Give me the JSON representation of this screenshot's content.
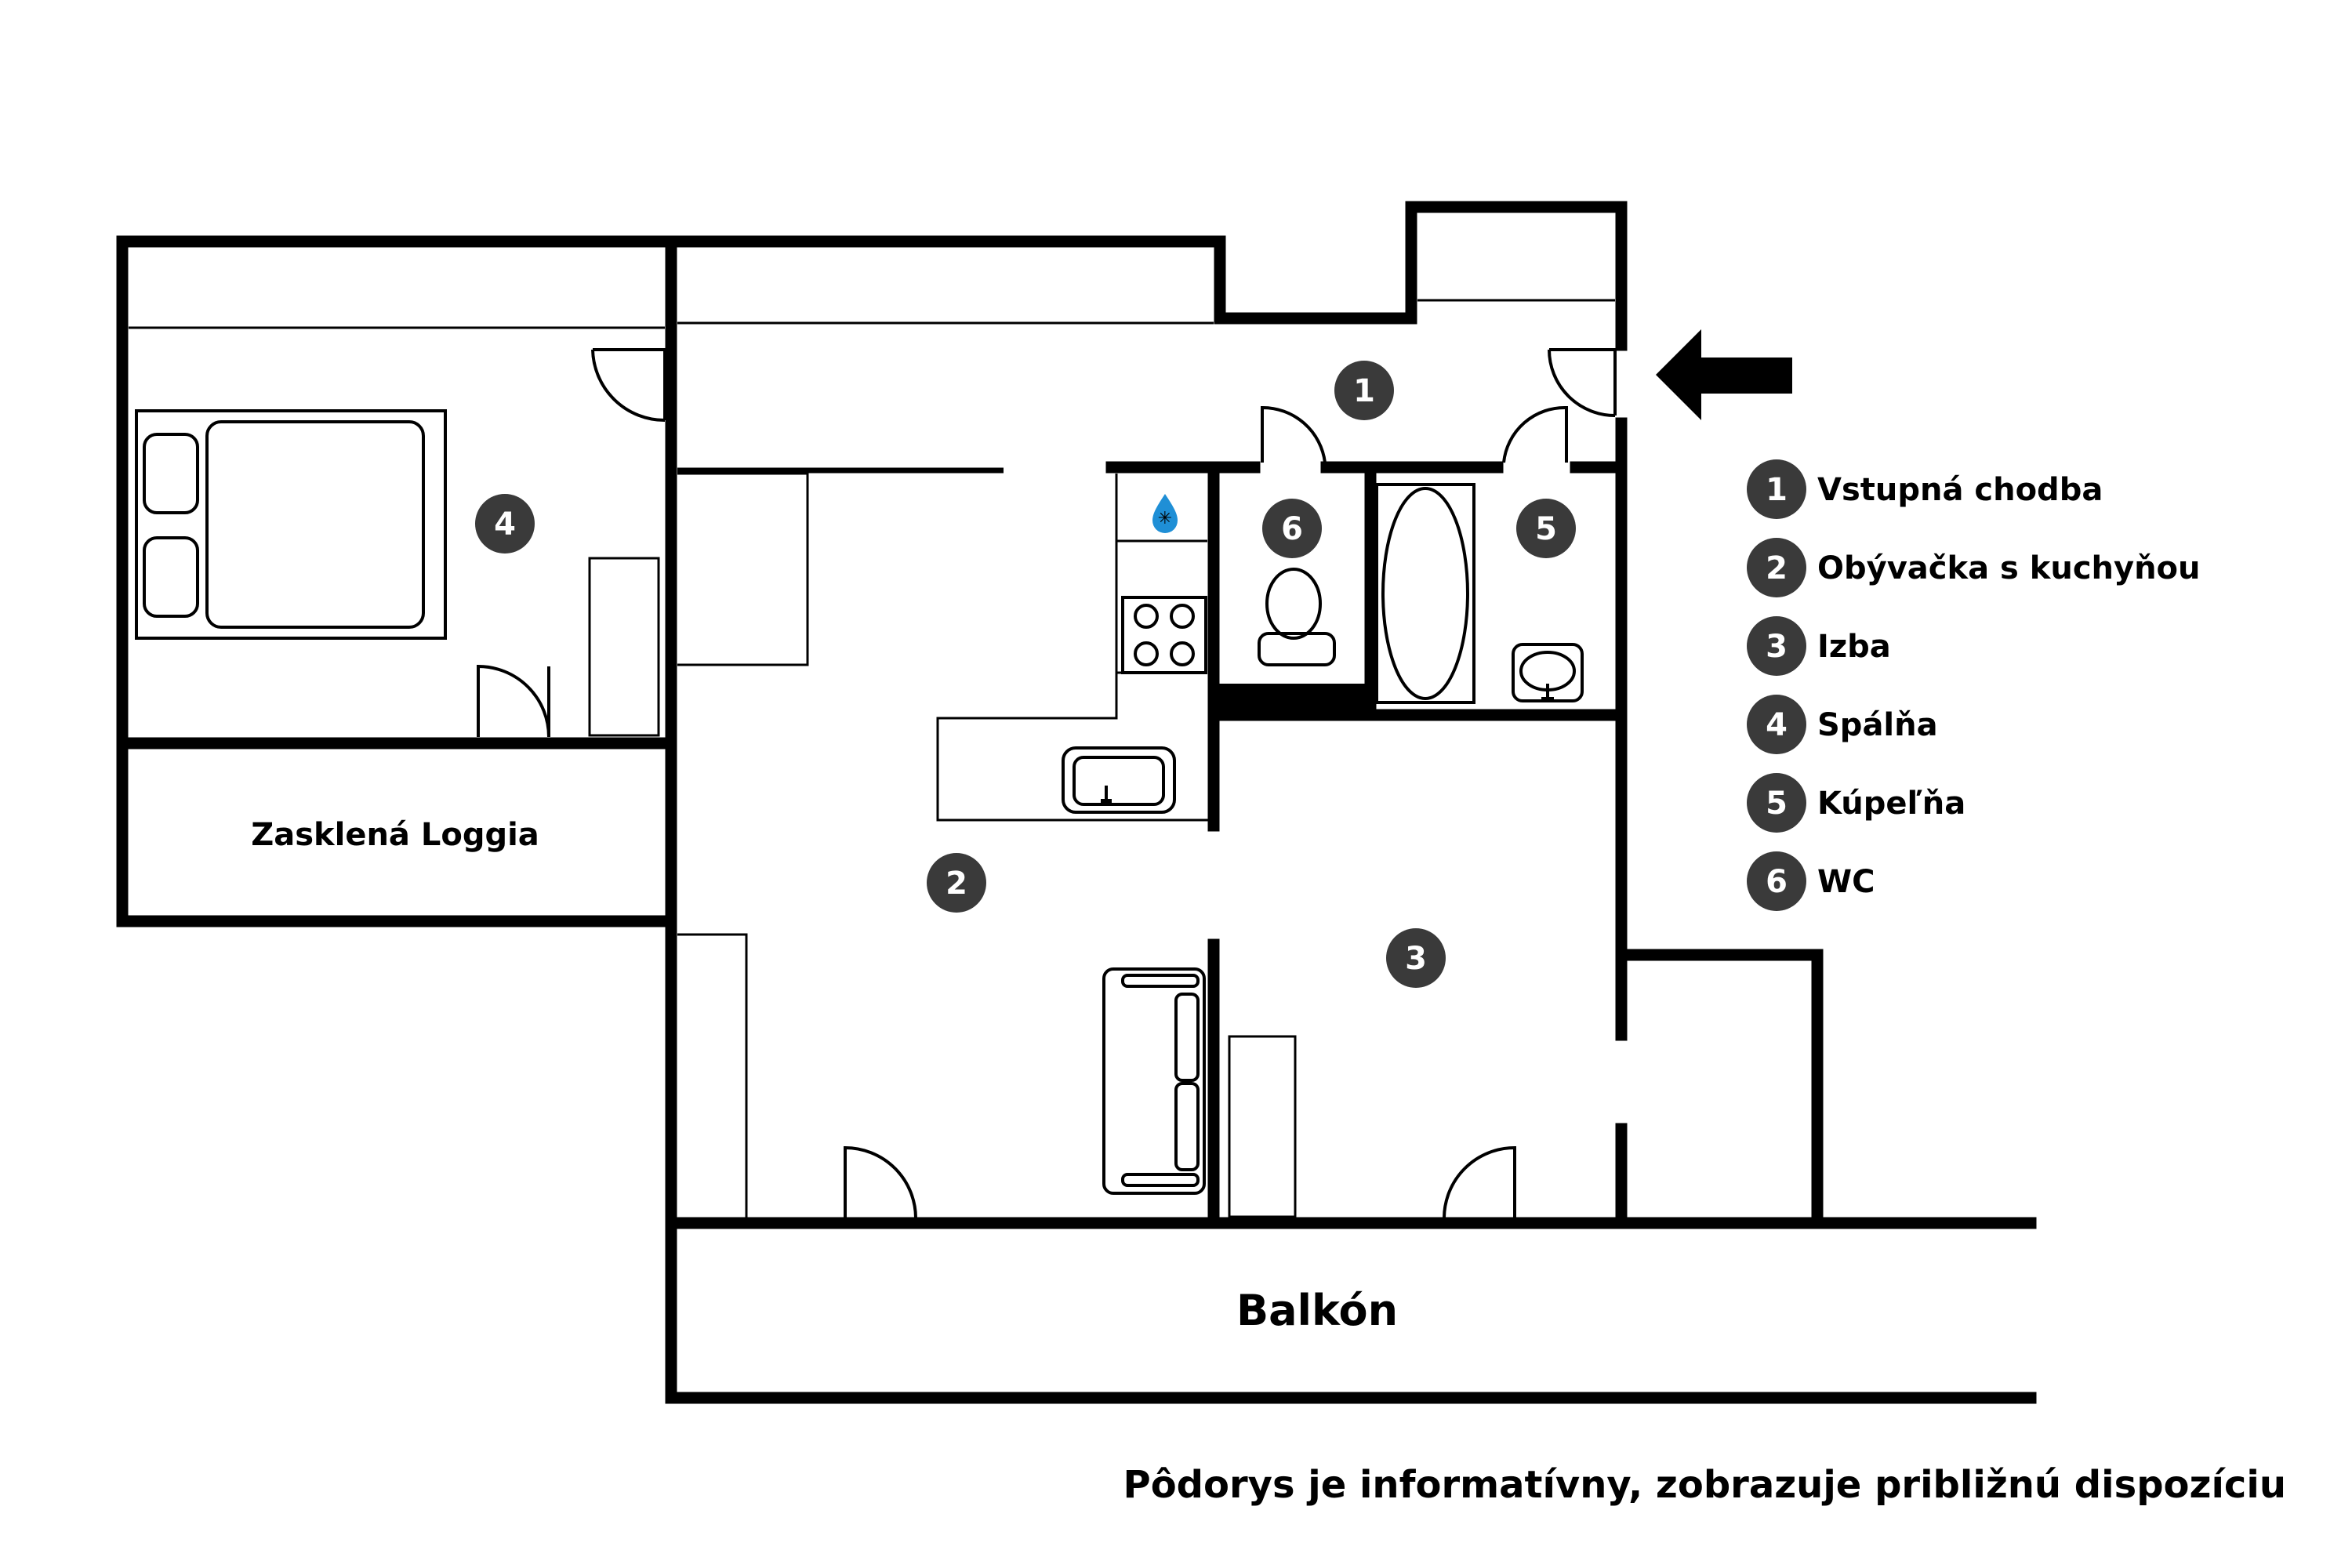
{
  "rooms": [
    {
      "num": "1",
      "name": "Vstupná chodba"
    },
    {
      "num": "2",
      "name": "Obývačka s kuchyňou"
    },
    {
      "num": "3",
      "name": "Izba"
    },
    {
      "num": "4",
      "name": "Spálňa"
    },
    {
      "num": "5",
      "name": "Kúpeľňa"
    },
    {
      "num": "6",
      "name": "WC"
    }
  ],
  "labels": {
    "loggia": "Zasklená Loggia",
    "balcony": "Balkón"
  },
  "footnote": "Pôdorys je informatívny, zobrazuje približnú dispozíciu",
  "colors": {
    "wall": "#000000",
    "badge": "#3a3a3a",
    "background": "#ffffff"
  },
  "icons": [
    "entrance-arrow-icon",
    "water-drop-icon"
  ]
}
